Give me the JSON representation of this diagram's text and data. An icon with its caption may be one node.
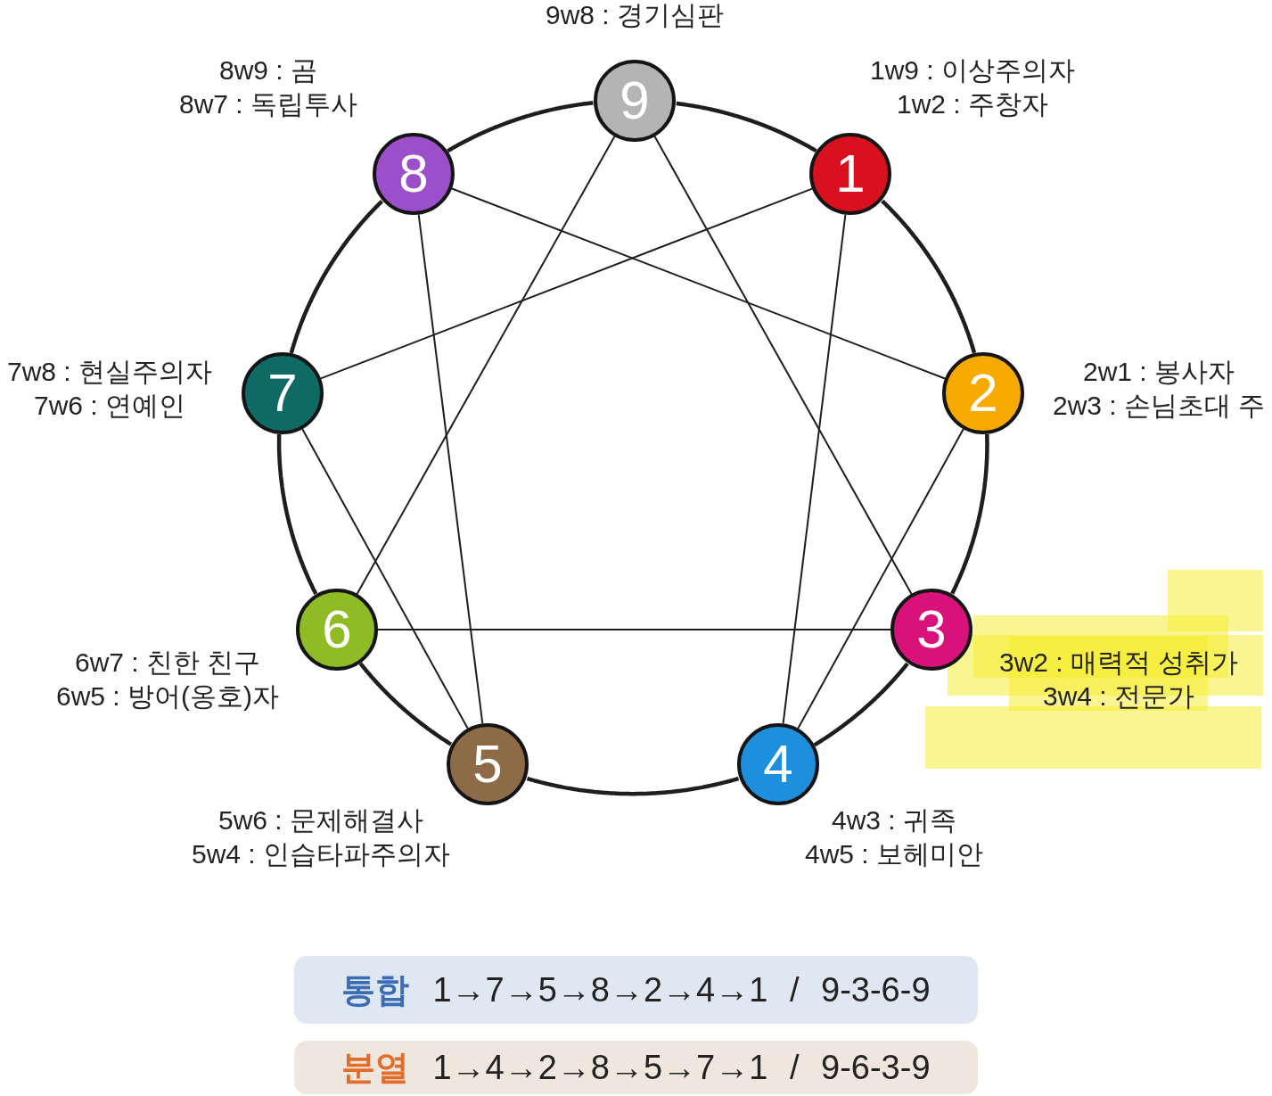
{
  "diagram": {
    "nodes": [
      {
        "text": [
          "9"
        ],
        "beside": [
          "9w8 : 경기심판"
        ]
      },
      {
        "text": [
          "8"
        ],
        "beside": [
          "8w9 : 곰",
          "8w7 : 독립투사"
        ]
      },
      {
        "text": [
          "1"
        ],
        "beside": [
          "1w9 : 이상주의자",
          "1w2 : 주창자"
        ]
      },
      {
        "text": [
          "7"
        ],
        "beside": [
          "7w8 : 현실주의자",
          "7w6 : 연예인"
        ]
      },
      {
        "text": [
          "2"
        ],
        "beside": [
          "2w1 : 봉사자",
          "2w3 : 손님초대 주"
        ]
      },
      {
        "text": [
          "6"
        ],
        "beside": [
          "6w7 : 친한 친구",
          "6w5 : 방어(옹호)자"
        ]
      },
      {
        "text": [
          "3"
        ],
        "beside": [
          "3w2 : 매력적 성취가",
          "3w4 : 전문가"
        ]
      },
      {
        "text": [
          "5"
        ],
        "beside": [
          "5w6 : 문제해결사",
          "5w4 : 인습타파주의자"
        ]
      },
      {
        "text": [
          "4"
        ],
        "beside": [
          "4w3 : 귀족",
          "4w5 : 보헤미안"
        ]
      },
      {
        "text": [
          "통합",
          "1→7→5→8→2→4→1 / 9-3-6-9"
        ]
      },
      {
        "text": [
          "분열",
          "1→4→2→8→5→7→1 / 9-6-3-9"
        ]
      }
    ],
    "edges": [
      {
        "from": 0,
        "to": 2,
        "arrow": "none",
        "style": "thick"
      },
      {
        "from": 2,
        "to": 4,
        "arrow": "none",
        "style": "thick"
      },
      {
        "from": 4,
        "to": 6,
        "arrow": "none",
        "style": "thick"
      },
      {
        "from": 6,
        "to": 8,
        "arrow": "none",
        "style": "thick"
      },
      {
        "from": 8,
        "to": 7,
        "arrow": "none",
        "style": "thick"
      },
      {
        "from": 7,
        "to": 5,
        "arrow": "none",
        "style": "thick"
      },
      {
        "from": 5,
        "to": 3,
        "arrow": "none",
        "style": "thick"
      },
      {
        "from": 3,
        "to": 1,
        "arrow": "none",
        "style": "thick"
      },
      {
        "from": 1,
        "to": 0,
        "arrow": "none",
        "style": "thick"
      },
      {
        "from": 0,
        "to": 6,
        "arrow": "none"
      },
      {
        "from": 6,
        "to": 5,
        "arrow": "none"
      },
      {
        "from": 5,
        "to": 0,
        "arrow": "none"
      },
      {
        "from": 2,
        "to": 8,
        "arrow": "none"
      },
      {
        "from": 8,
        "to": 4,
        "arrow": "none"
      },
      {
        "from": 4,
        "to": 1,
        "arrow": "none"
      },
      {
        "from": 1,
        "to": 7,
        "arrow": "none"
      },
      {
        "from": 7,
        "to": 3,
        "arrow": "none"
      },
      {
        "from": 3,
        "to": 2,
        "arrow": "none"
      }
    ]
  }
}
